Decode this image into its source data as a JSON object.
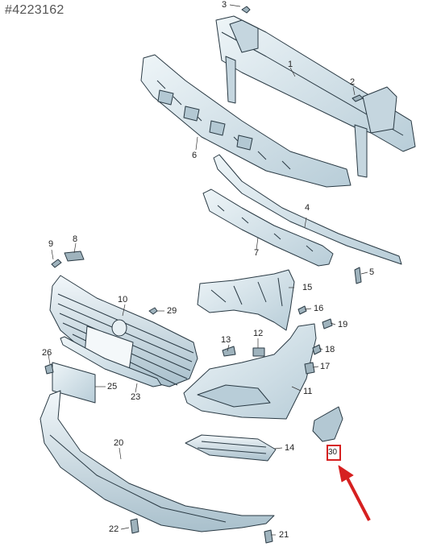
{
  "part_number": "#4223162",
  "callouts": {
    "c1": "1",
    "c2": "2",
    "c3": "3",
    "c4": "4",
    "c5": "5",
    "c6": "6",
    "c7": "7",
    "c8": "8",
    "c9": "9",
    "c10": "10",
    "c11": "11",
    "c12": "12",
    "c13": "13",
    "c14": "14",
    "c15": "15",
    "c16": "16",
    "c17": "17",
    "c18": "18",
    "c19": "19",
    "c20": "20",
    "c21": "21",
    "c22": "22",
    "c23": "23",
    "c25": "25",
    "c26": "26",
    "c29": "29",
    "c30": "30"
  },
  "colors": {
    "part_fill": "#dce9ef",
    "part_stroke": "#2a3a44",
    "highlight": "#d62020"
  }
}
